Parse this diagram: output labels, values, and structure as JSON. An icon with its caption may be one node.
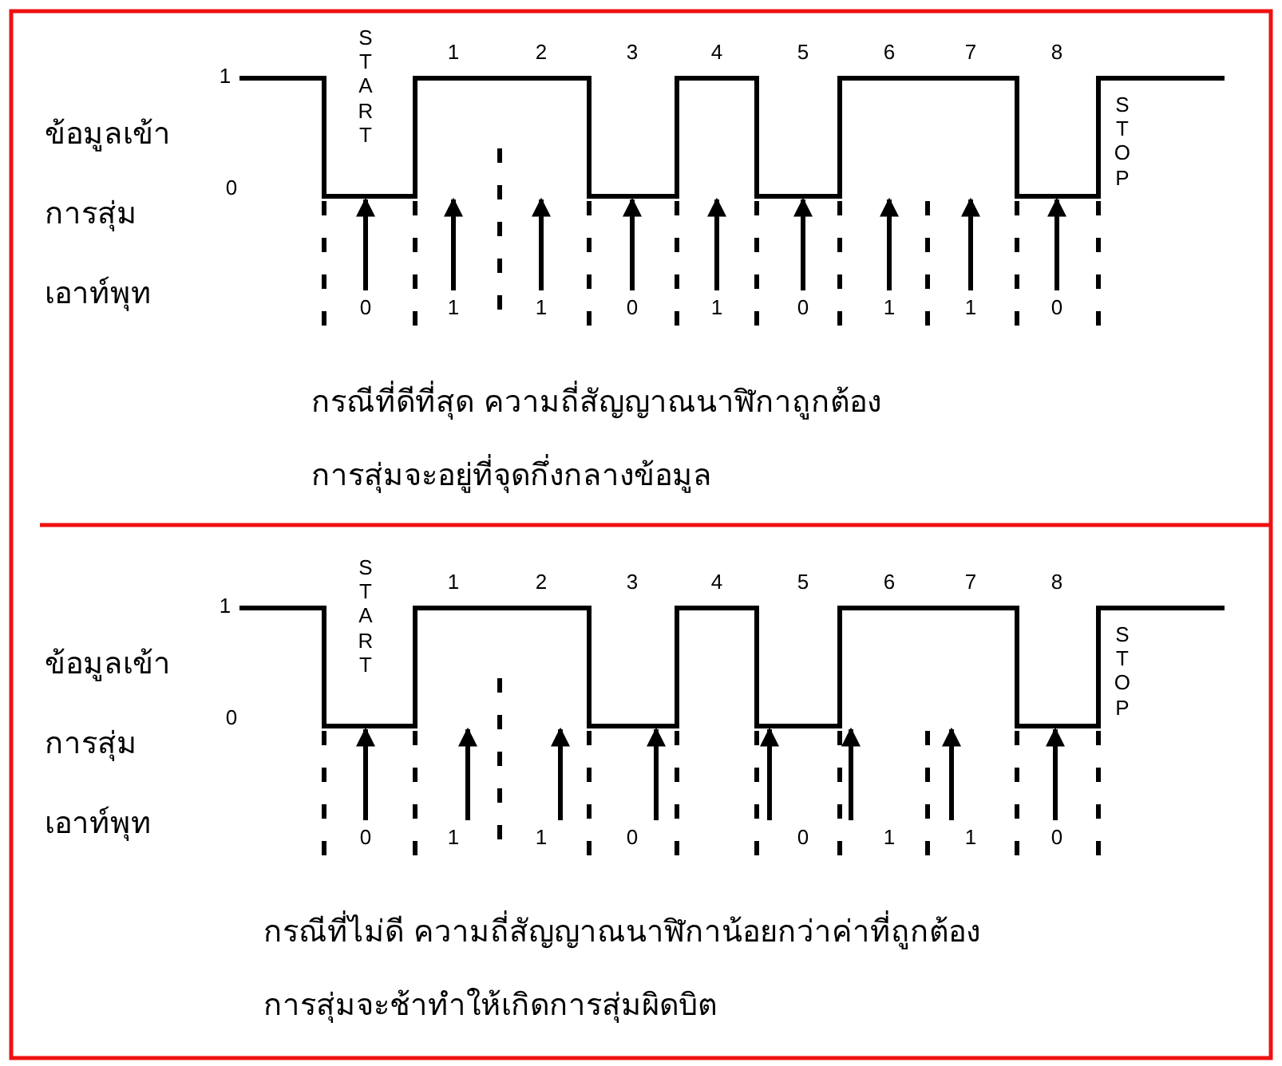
{
  "diagram": {
    "labels": [
      "ข้อมูลเข้า",
      "การสุ่ม",
      "เอาท์พุท",
      "1",
      "0",
      "START",
      "1",
      "2",
      "3",
      "4",
      "5",
      "6",
      "7",
      "8",
      "STOP",
      "0",
      "1",
      "1",
      "0",
      "1",
      "0",
      "1",
      "1",
      "0",
      "กรณีที่ดีที่สุด ความถี่สัญญาณนาฬิกาถูกต้อง",
      "การสุ่มจะอยู่ที่จุดกึ่งกลางข้อมูล",
      "ข้อมูลเข้า",
      "การสุ่ม",
      "เอาท์พุท",
      "1",
      "0",
      "START",
      "1",
      "2",
      "3",
      "4",
      "5",
      "6",
      "7",
      "8",
      "STOP",
      "0",
      "1",
      "1",
      "0",
      "0",
      "1",
      "1",
      "0",
      "กรณีที่ไม่ดี ความถี่สัญญาณนาฬิกาน้อยกว่าค่าที่ถูกต้อง",
      "การสุ่มจะช้าทำให้เกิดการสุ่มผิดบิต"
    ]
  }
}
